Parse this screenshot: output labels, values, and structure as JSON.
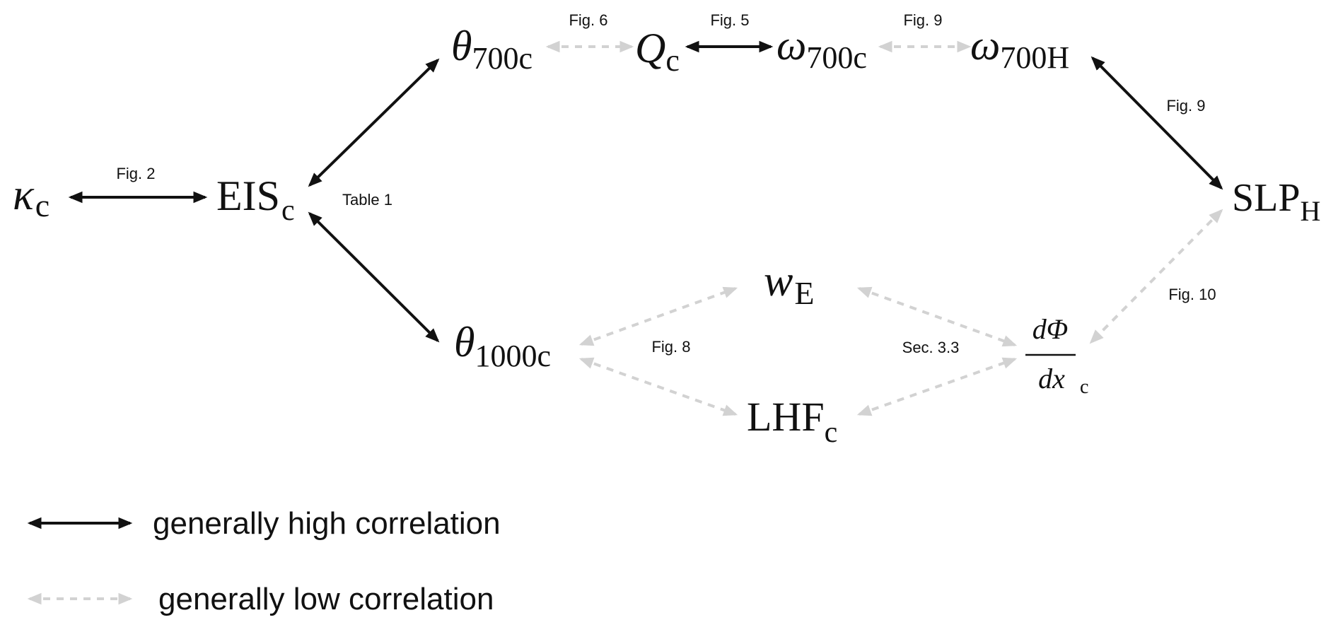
{
  "colors": {
    "high": "#111111",
    "low": "#d2d2d2",
    "text": "#111111",
    "background": "#ffffff"
  },
  "nodes": {
    "kappa": {
      "base": "κ",
      "sub": "c"
    },
    "eis": {
      "base": "EIS",
      "sub": "c"
    },
    "theta700": {
      "base": "θ",
      "sub": "700c"
    },
    "q": {
      "base": "Q",
      "sub": "c"
    },
    "omega700c": {
      "base": "ω",
      "sub": "700c"
    },
    "omega700h": {
      "base": "ω",
      "sub": "700H"
    },
    "slp": {
      "base": "SLP",
      "sub": "H"
    },
    "theta1000": {
      "base": "θ",
      "sub": "1000c"
    },
    "we": {
      "base": "w",
      "sub": "E"
    },
    "lhf": {
      "base": "LHF",
      "sub": "c"
    },
    "dphi": {
      "numerator": "dΦ",
      "denominator": "dx",
      "sub": "c"
    }
  },
  "edge_labels": {
    "kappa_eis": "Fig. 2",
    "eis_theta": "Table 1",
    "theta700_q": "Fig. 6",
    "q_omega700c": "Fig. 5",
    "omega700c_omega700h": "Fig. 9",
    "omega700h_slp": "Fig. 9",
    "slp_dphi": "Fig. 10",
    "theta1000_we_lhf": "Fig. 8",
    "we_lhf_dphi": "Sec. 3.3"
  },
  "edges": [
    {
      "from": "kappa",
      "to": "eis",
      "type": "high"
    },
    {
      "from": "eis",
      "to": "theta700",
      "type": "high"
    },
    {
      "from": "eis",
      "to": "theta1000",
      "type": "high"
    },
    {
      "from": "theta700",
      "to": "q",
      "type": "low"
    },
    {
      "from": "q",
      "to": "omega700c",
      "type": "high"
    },
    {
      "from": "omega700c",
      "to": "omega700h",
      "type": "low"
    },
    {
      "from": "omega700h",
      "to": "slp",
      "type": "high"
    },
    {
      "from": "slp",
      "to": "dphi",
      "type": "low"
    },
    {
      "from": "theta1000",
      "to": "we",
      "type": "low"
    },
    {
      "from": "theta1000",
      "to": "lhf",
      "type": "low"
    },
    {
      "from": "we",
      "to": "dphi",
      "type": "low"
    },
    {
      "from": "lhf",
      "to": "dphi",
      "type": "low"
    }
  ],
  "legend": {
    "high_label": "generally high correlation",
    "low_label": "generally low correlation"
  }
}
